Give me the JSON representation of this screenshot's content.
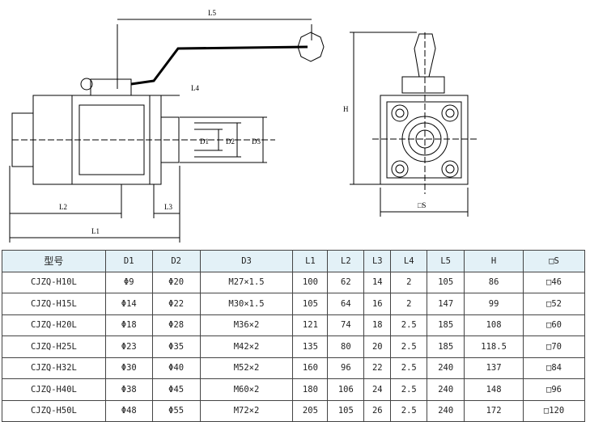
{
  "drawing": {
    "labels": {
      "L5": "L5",
      "L4": "L4",
      "D1": "D1",
      "D2": "D2",
      "D3": "D3",
      "L2": "L2",
      "L3": "L3",
      "L1": "L1",
      "H": "H",
      "S": "□S"
    }
  },
  "table": {
    "headers": [
      "型号",
      "D1",
      "D2",
      "D3",
      "L1",
      "L2",
      "L3",
      "L4",
      "L5",
      "H",
      "□S"
    ],
    "rows": [
      [
        "CJZQ-H10L",
        "Φ9",
        "Φ20",
        "M27×1.5",
        "100",
        "62",
        "14",
        "2",
        "105",
        "86",
        "□46"
      ],
      [
        "CJZQ-H15L",
        "Φ14",
        "Φ22",
        "M30×1.5",
        "105",
        "64",
        "16",
        "2",
        "147",
        "99",
        "□52"
      ],
      [
        "CJZQ-H20L",
        "Φ18",
        "Φ28",
        "M36×2",
        "121",
        "74",
        "18",
        "2.5",
        "185",
        "108",
        "□60"
      ],
      [
        "CJZQ-H25L",
        "Φ23",
        "Φ35",
        "M42×2",
        "135",
        "80",
        "20",
        "2.5",
        "185",
        "118.5",
        "□70"
      ],
      [
        "CJZQ-H32L",
        "Φ30",
        "Φ40",
        "M52×2",
        "160",
        "96",
        "22",
        "2.5",
        "240",
        "137",
        "□84"
      ],
      [
        "CJZQ-H40L",
        "Φ38",
        "Φ45",
        "M60×2",
        "180",
        "106",
        "24",
        "2.5",
        "240",
        "148",
        "□96"
      ],
      [
        "CJZQ-H50L",
        "Φ48",
        "Φ55",
        "M72×2",
        "205",
        "105",
        "26",
        "2.5",
        "240",
        "172",
        "□120"
      ]
    ]
  }
}
